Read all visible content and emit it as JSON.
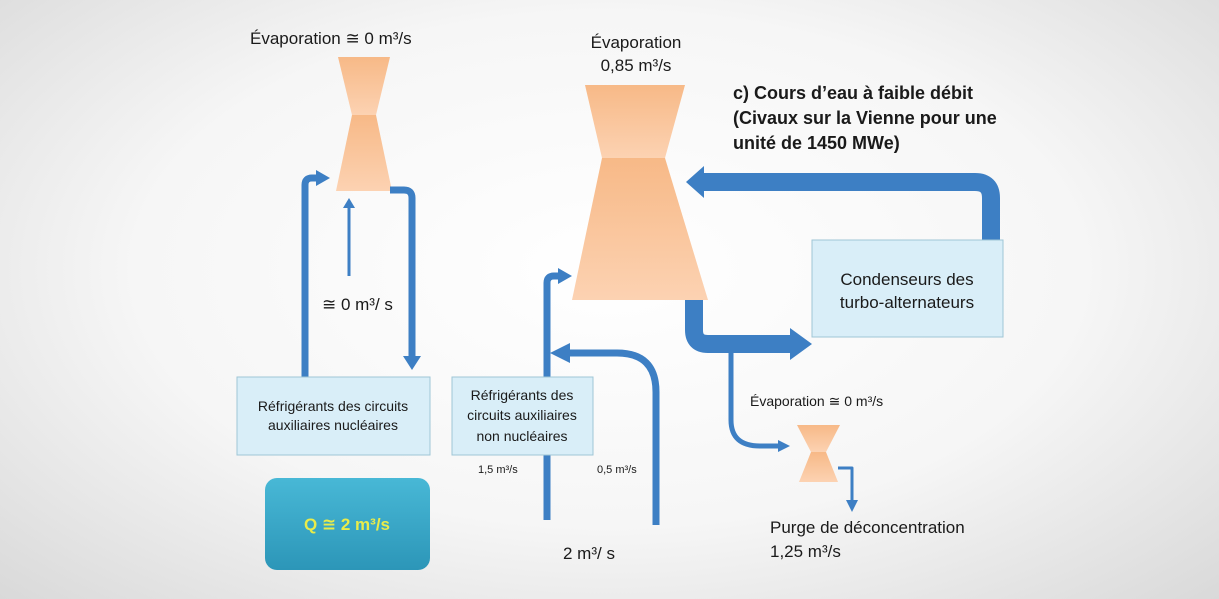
{
  "title": {
    "line1": "c) Cours d’eau à faible débit",
    "line2": "(Civaux sur la Vienne pour une",
    "line3": "unité de 1450 MWe)"
  },
  "left_tower": {
    "evaporation_label": "Évaporation  ≅ 0 m³/s",
    "inner_flow": "≅ 0 m³/ s"
  },
  "main_tower": {
    "evaporation_line1": "Évaporation",
    "evaporation_line2": "0,85 m³/s"
  },
  "boxes": {
    "nuclear_line1": "Réfrigérants des circuits",
    "nuclear_line2": "auxiliaires  nucléaires",
    "non_nuclear_line1": "Réfrigérants des",
    "non_nuclear_line2": "circuits auxiliaires",
    "non_nuclear_line3": "non nucléaires",
    "condenser_line1": "Condenseurs des",
    "condenser_line2": "turbo-alternateurs",
    "q_label": "Q ≅ 2 m³/s"
  },
  "flows": {
    "branch_left": "1,5 m³/s",
    "branch_right": "0,5 m³/s",
    "intake": "2 m³/ s",
    "small_evap": "Évaporation  ≅ 0 m³/s",
    "purge_line1": "Purge de déconcentration",
    "purge_line2": "1,25 m³/s"
  },
  "colors": {
    "pipe": "#3d7fc4",
    "tower": "#f9c49a",
    "box": "#d9eef8",
    "q_box": "#38a9c9",
    "q_text": "#e9ec4a"
  }
}
